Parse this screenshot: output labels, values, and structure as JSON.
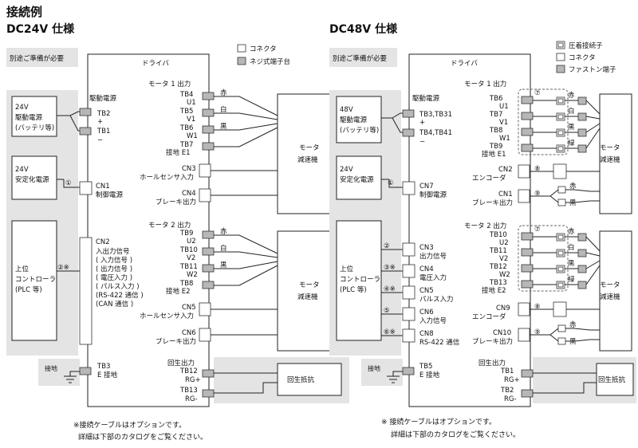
{
  "header": {
    "title": "接続例",
    "left_subtitle": "DC24V 仕様",
    "right_subtitle": "DC48V 仕様"
  },
  "legend_left": {
    "connector": "コネクタ",
    "screw": "ネジ式端子台"
  },
  "legend_right": {
    "crimp": "圧着接続子",
    "connector": "コネクタ",
    "faston": "ファストン端子"
  },
  "note_prepare": "別途ご準備が必要",
  "driver_label": "ドライバ",
  "common": {
    "drive_power": "駆動電源",
    "motor1_out": "モータ 1 出力",
    "motor2_out": "モータ 2 出力",
    "regen_out": "回生出力",
    "regen_resistor": "回生抵抗",
    "motor": "モータ",
    "reducer": "減速機",
    "ground": "接地",
    "ground_e": "E 接地",
    "plc": "上位\nコントローラ\n(PLC 等)",
    "stabilized_24v": "24V\n安定化電源"
  },
  "left": {
    "battery": "24V\n駆動電源\n(バッテリ等)",
    "tb2": "TB2",
    "tb1": "TB1",
    "plus": "+",
    "minus": "−",
    "cn1": "CN1",
    "cn1_sub": "制御電源",
    "cn2": "CN2",
    "cn2_lines": [
      "入出力信号",
      "( 入力信号 )",
      "( 出力信号 )",
      "( 電圧入力 )",
      "( パルス入力 )",
      "(RS-422 通信 )",
      "(CAN 通信 )"
    ],
    "m1": [
      {
        "tb": "TB4",
        "sig": "U1",
        "color": "赤"
      },
      {
        "tb": "TB5",
        "sig": "V1",
        "color": "白"
      },
      {
        "tb": "TB6",
        "sig": "W1",
        "color": "黒"
      },
      {
        "tb": "TB7",
        "sig": "接地 E1",
        "color": ""
      }
    ],
    "cn3": "CN3",
    "cn3_sub": "ホールセンサ入力",
    "cn4": "CN4",
    "cn4_sub": "ブレーキ出力",
    "m2": [
      {
        "tb": "TB9",
        "sig": "U2",
        "color": "赤"
      },
      {
        "tb": "TB10",
        "sig": "V2",
        "color": "白"
      },
      {
        "tb": "TB11",
        "sig": "W2",
        "color": "黒"
      },
      {
        "tb": "TB8",
        "sig": "接地 E2",
        "color": ""
      }
    ],
    "cn5": "CN5",
    "cn5_sub": "ホールセンサ入力",
    "cn6": "CN6",
    "cn6_sub": "ブレーキ出力",
    "tb3": "TB3",
    "tb12": "TB12",
    "rgp": "RG+",
    "tb13": "TB13",
    "rgm": "RG-",
    "mark1": "①",
    "mark2": "②※"
  },
  "right": {
    "battery": "48V\n駆動電源\n(バッテリ等)",
    "tb3": "TB3,TB31",
    "tb4": "TB4,TB41",
    "plus": "+",
    "minus": "−",
    "cn7": "CN7",
    "cn7_sub": "制御電源",
    "m1": [
      {
        "tb": "TB6",
        "sig": "U1",
        "color": "赤"
      },
      {
        "tb": "TB7",
        "sig": "V1",
        "color": "白"
      },
      {
        "tb": "TB8",
        "sig": "W1",
        "color": "黒"
      },
      {
        "tb": "TB9",
        "sig": "接地 E1",
        "color": "緑"
      }
    ],
    "cn2": "CN2",
    "cn2_sub": "エンコーダ",
    "cn1": "CN1",
    "cn1_sub": "ブレーキ出力",
    "m2": [
      {
        "tb": "TB10",
        "sig": "U2",
        "color": "赤"
      },
      {
        "tb": "TB11",
        "sig": "V2",
        "color": "白"
      },
      {
        "tb": "TB12",
        "sig": "W2",
        "color": "黒"
      },
      {
        "tb": "TB13",
        "sig": "接地 E2",
        "color": "緑"
      }
    ],
    "cn9": "CN9",
    "cn9_sub": "エンコーダ",
    "cn10": "CN10",
    "cn10_sub": "ブレーキ出力",
    "sig": [
      {
        "mark": "②",
        "cn": "CN3",
        "sub": "出力信号"
      },
      {
        "mark": "③※",
        "cn": "CN4",
        "sub": "電圧入力"
      },
      {
        "mark": "④※",
        "cn": "CN5",
        "sub": "パルス入力"
      },
      {
        "mark": "⑤",
        "cn": "CN6",
        "sub": "入力信号"
      },
      {
        "mark": "⑥※",
        "cn": "CN8",
        "sub": "RS-422 通信"
      }
    ],
    "tb5": "TB5",
    "tb1": "TB1",
    "rgp": "RG+",
    "tb2": "TB2",
    "rgm": "RG-",
    "mark1": "①",
    "mark7": "⑦",
    "mark8": "⑧",
    "mark9": "⑨",
    "brake_red": "赤",
    "brake_black": "黒"
  },
  "footer": {
    "left_l1": "※接続ケーブルはオプションです。",
    "left_l2": "詳細は下部のカタログをご覧ください。",
    "right_l1": "※ 接続ケーブルはオプションです。",
    "right_l2": "詳細は下部のカタログをご覧ください。"
  }
}
